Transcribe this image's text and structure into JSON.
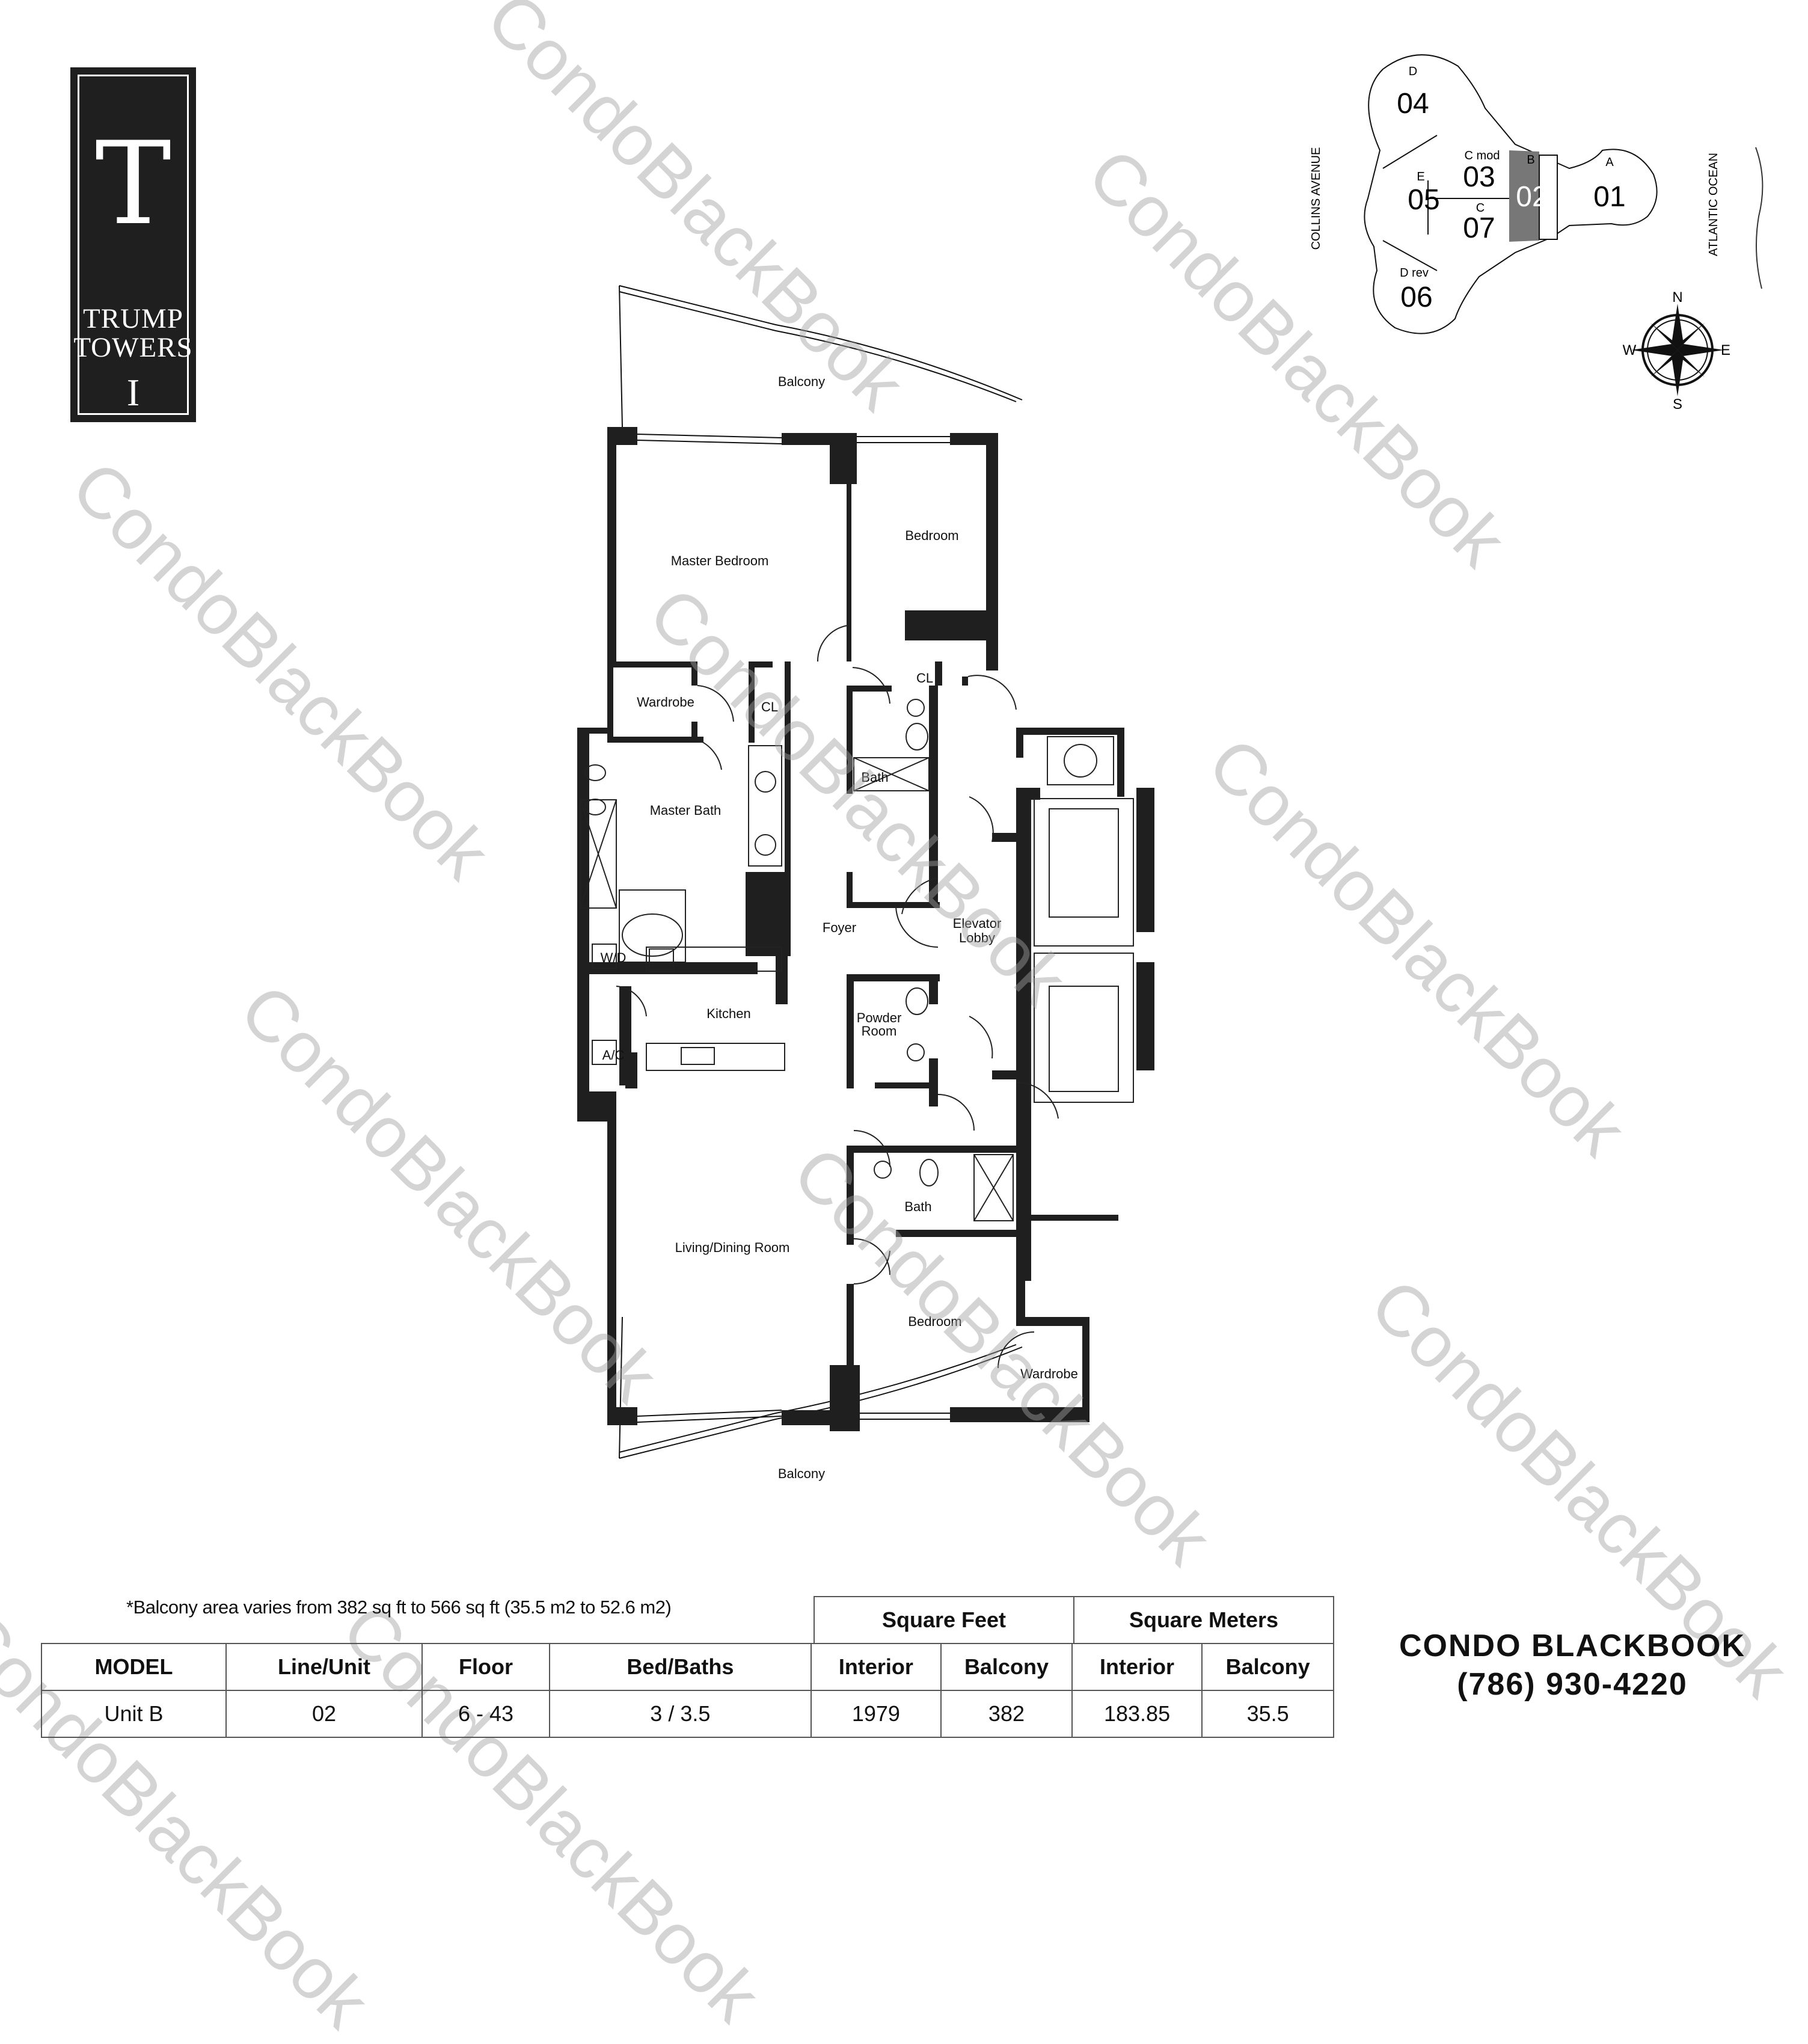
{
  "logo": {
    "letter": "T",
    "line1": "TRUMP",
    "line2": "TOWERS",
    "tower_number": "I"
  },
  "floorplan": {
    "rooms": {
      "balcony_top": "Balcony",
      "master_bedroom": "Master Bedroom",
      "bedroom_top": "Bedroom",
      "wardrobe_master": "Wardrobe",
      "cl_master": "CL",
      "cl_hall": "CL",
      "master_bath": "Master Bath",
      "bath_top": "Bath",
      "foyer": "Foyer",
      "elevator_lobby_1": "Elevator",
      "elevator_lobby_2": "Lobby",
      "wd": "W/D",
      "kitchen": "Kitchen",
      "ac": "A/C",
      "powder_1": "Powder",
      "powder_2": "Room",
      "bath_bottom": "Bath",
      "living_dining": "Living/Dining Room",
      "bedroom_bottom": "Bedroom",
      "wardrobe_bottom": "Wardrobe",
      "balcony_bottom": "Balcony"
    }
  },
  "key_plan": {
    "street_west": "COLLINS AVENUE",
    "street_east": "ATLANTIC OCEAN",
    "highlight_color": "#777777",
    "units": [
      {
        "model": "D",
        "number": "04"
      },
      {
        "model": "C mod",
        "number": "03"
      },
      {
        "model": "B",
        "number": "02",
        "selected": true
      },
      {
        "model": "A",
        "number": "01"
      },
      {
        "model": "E",
        "number": "05"
      },
      {
        "model": "C",
        "number": "07"
      },
      {
        "model": "D rev",
        "number": "06"
      }
    ],
    "compass": {
      "n": "N",
      "s": "S",
      "e": "E",
      "w": "W"
    }
  },
  "balcony_note": "*Balcony area varies from 382 sq ft to 566 sq ft (35.5 m2 to 52.6 m2)",
  "spec_table": {
    "group_headers": {
      "sqft": "Square Feet",
      "sqm": "Square Meters"
    },
    "headers": [
      "MODEL",
      "Line/Unit",
      "Floor",
      "Bed/Baths",
      "Interior",
      "Balcony",
      "Interior",
      "Balcony"
    ],
    "row": [
      "Unit B",
      "02",
      "6 - 43",
      "3 / 3.5",
      "1979",
      "382",
      "183.85",
      "35.5"
    ]
  },
  "brand": {
    "name_light": "CONDO",
    "name_bold": "BLACKBOOK",
    "phone": "(786) 930-4220"
  },
  "watermark": "CondoBlackBook"
}
